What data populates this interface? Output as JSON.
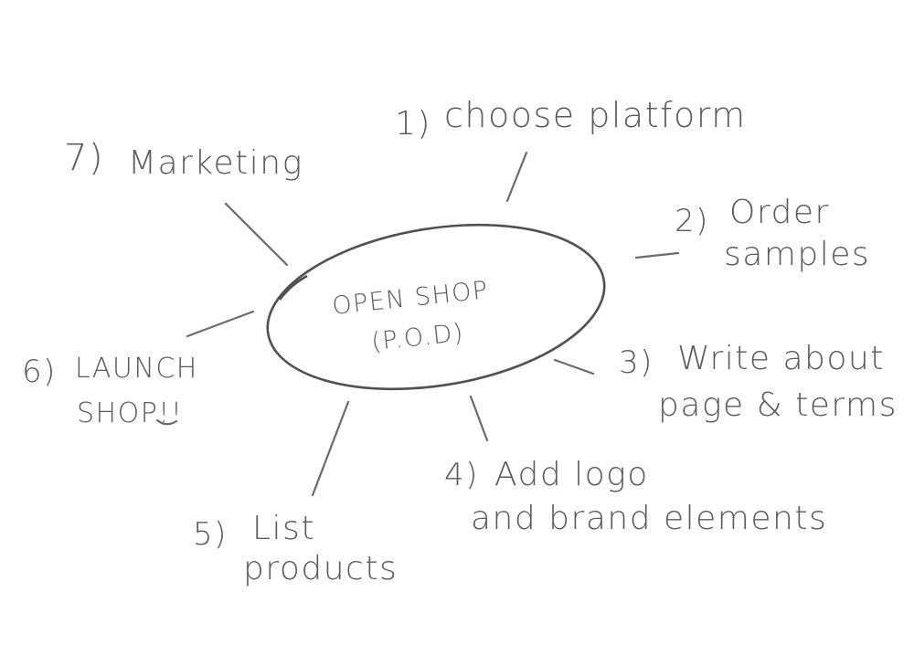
{
  "center": {
    "line1": "OPEN SHOP",
    "line2": "(P.O.D)"
  },
  "steps": [
    {
      "id": "step-1",
      "number": "1)",
      "lines": [
        "choose platform"
      ]
    },
    {
      "id": "step-2",
      "number": "2)",
      "lines": [
        "Order",
        "samples"
      ]
    },
    {
      "id": "step-3",
      "number": "3)",
      "lines": [
        "Write about",
        "page & terms"
      ]
    },
    {
      "id": "step-4",
      "number": "4)",
      "lines": [
        "Add logo",
        "and brand elements"
      ]
    },
    {
      "id": "step-5",
      "number": "5)",
      "lines": [
        "List",
        "products"
      ]
    },
    {
      "id": "step-6",
      "number": "6)",
      "lines": [
        "LAUNCH",
        "SHOP!!"
      ]
    },
    {
      "id": "step-7",
      "number": "7)",
      "lines": [
        "Marketing"
      ]
    }
  ],
  "colors": {
    "ink": "#5a5a5a",
    "background": "#ffffff"
  }
}
